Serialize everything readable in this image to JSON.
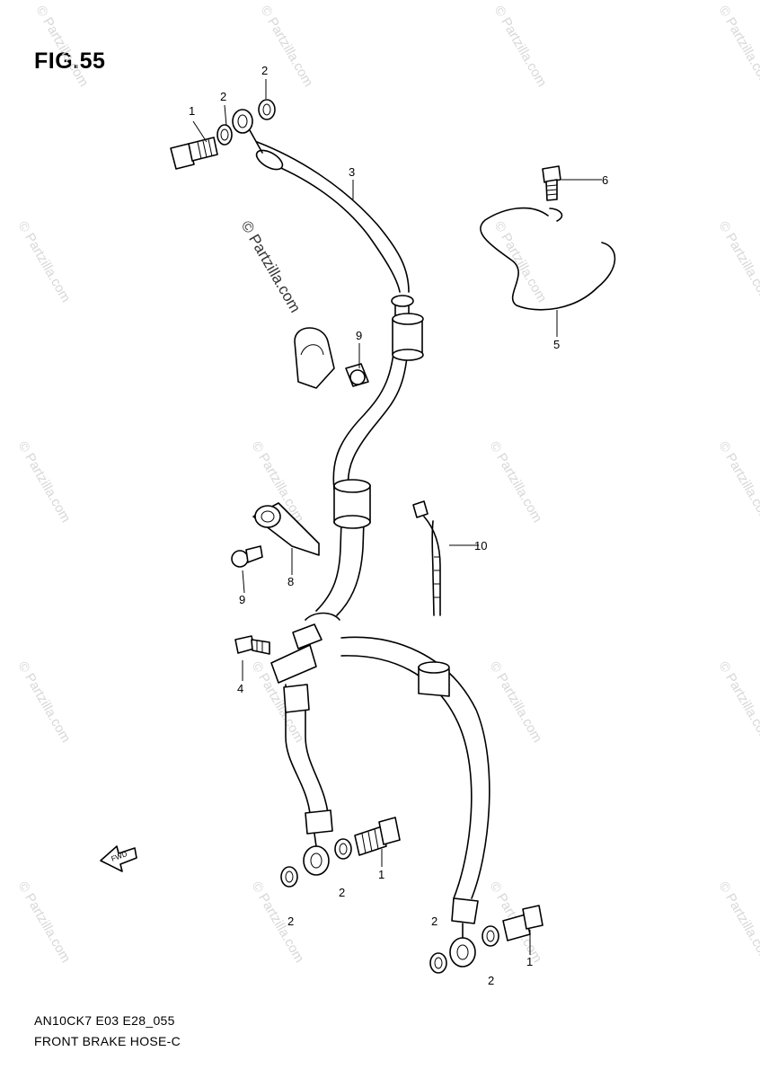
{
  "figure": {
    "title": "FIG.55"
  },
  "footer": {
    "model_code": "AN10CK7 E03 E28_055",
    "section_name": "FRONT BRAKE  HOSE-C"
  },
  "direction_marker": {
    "label": "FWD"
  },
  "watermark": {
    "text": "© Partzilla.com"
  },
  "callouts": [
    {
      "id": "c1a",
      "label": "1"
    },
    {
      "id": "c2a",
      "label": "2"
    },
    {
      "id": "c2b",
      "label": "2"
    },
    {
      "id": "c3",
      "label": "3"
    },
    {
      "id": "c6",
      "label": "6"
    },
    {
      "id": "c5",
      "label": "5"
    },
    {
      "id": "c9a",
      "label": "9"
    },
    {
      "id": "c10",
      "label": "10"
    },
    {
      "id": "c9b",
      "label": "9"
    },
    {
      "id": "c8",
      "label": "8"
    },
    {
      "id": "c4",
      "label": "4"
    },
    {
      "id": "c1b",
      "label": "1"
    },
    {
      "id": "c2c",
      "label": "2"
    },
    {
      "id": "c2d",
      "label": "2"
    },
    {
      "id": "c2e",
      "label": "2"
    },
    {
      "id": "c2f",
      "label": "2"
    },
    {
      "id": "c1c",
      "label": "1"
    }
  ]
}
